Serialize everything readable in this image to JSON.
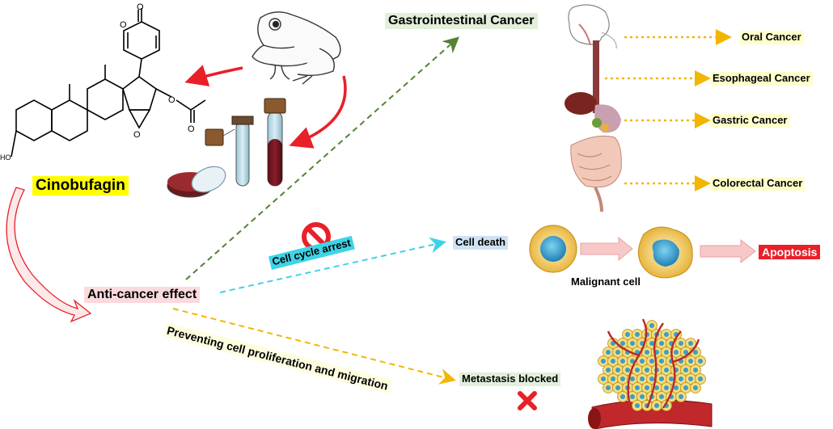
{
  "compound": {
    "name": "Cinobufagin",
    "ho_label": "HO"
  },
  "hub": {
    "label": "Anti-cancer effect"
  },
  "branches": {
    "gi": {
      "label": "Gastrointestinal Cancer"
    },
    "cell_cycle": {
      "label": "Cell cycle arrest"
    },
    "cell_death": {
      "label": "Cell death"
    },
    "proliferation": {
      "label": "Preventing cell proliferation and migration"
    },
    "metastasis": {
      "label": "Metastasis blocked"
    }
  },
  "gi_cancers": [
    "Oral Cancer",
    "Esophageal Cancer",
    "Gastric Cancer",
    "Colorectal Cancer"
  ],
  "apoptosis": {
    "label": "Apoptosis",
    "cell_label": "Malignant cell"
  },
  "colors": {
    "red_arrow": "#e8202a",
    "green_dash": "#548235",
    "cyan_dash": "#3fd3e6",
    "gold_dash": "#f2b600",
    "pink_arrow": "#f4b8b8",
    "block_red": "#e8202a"
  },
  "icons": [
    "frog-icon",
    "test-tube-icon",
    "petri-dish-icon",
    "prohibited-icon",
    "cross-icon",
    "digestive-system-icon",
    "tumor-icon",
    "blood-vessel-icon"
  ]
}
